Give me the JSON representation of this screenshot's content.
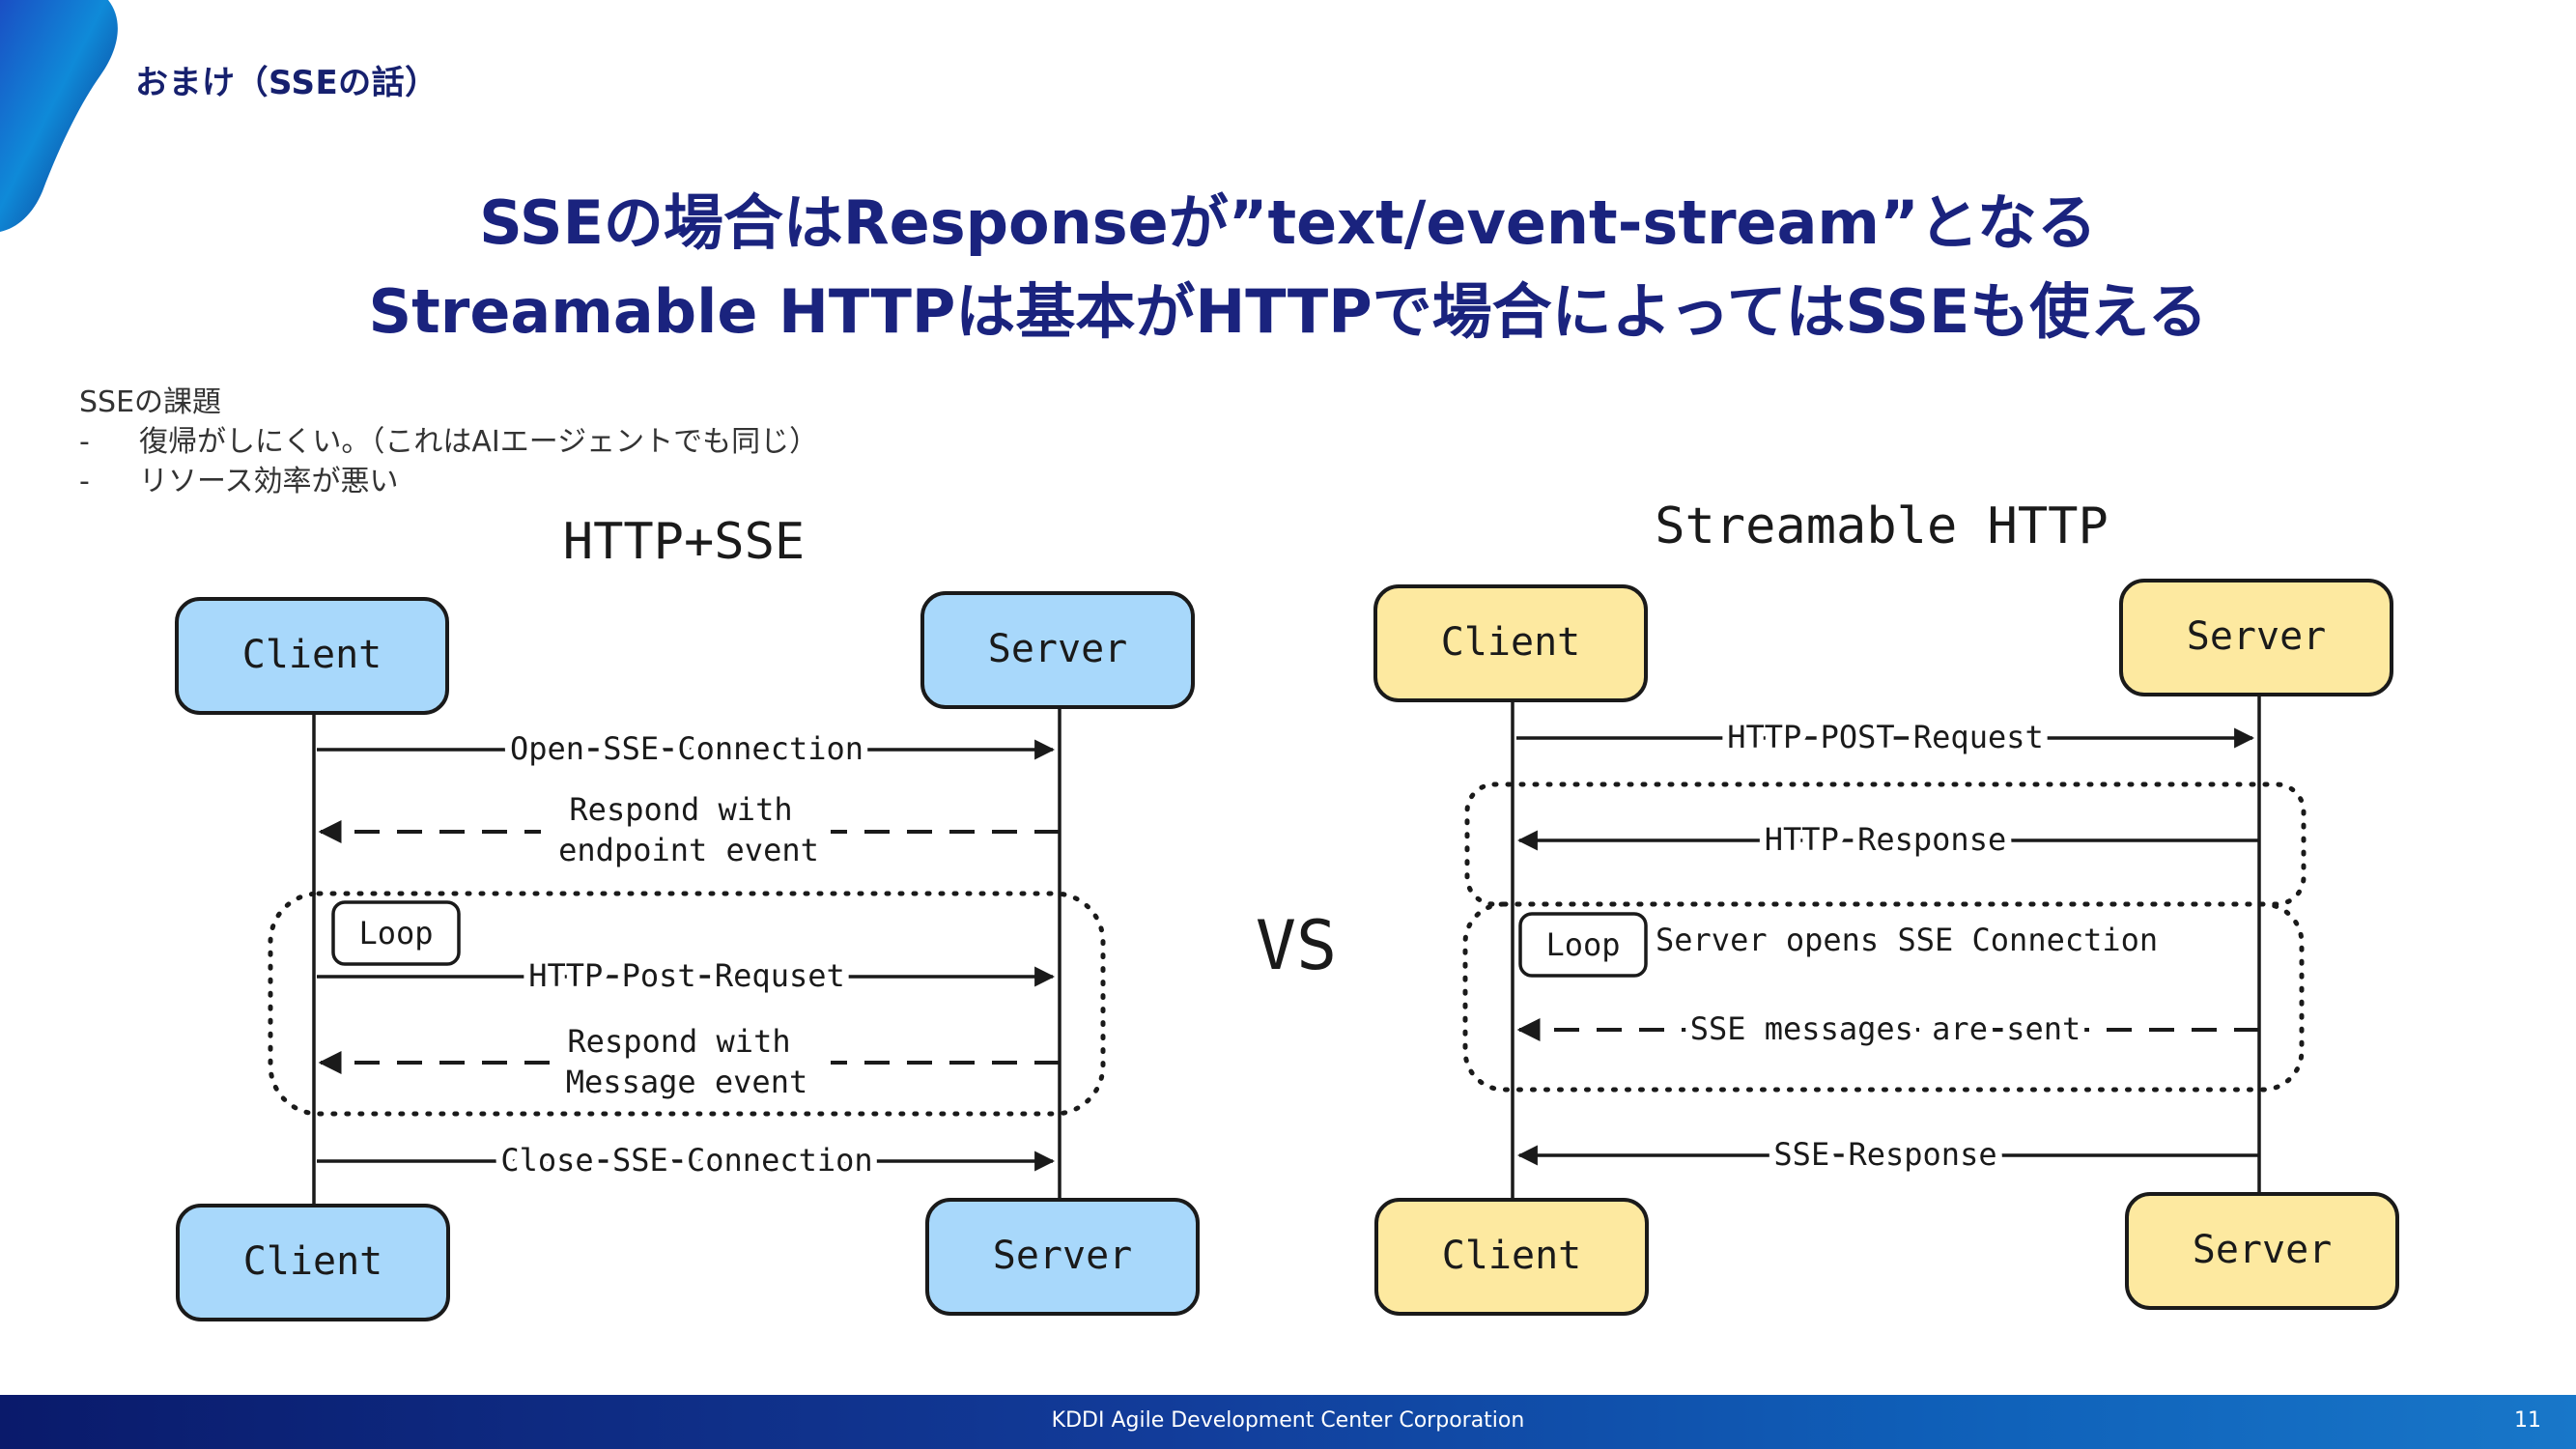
{
  "header": {
    "section_title": "おまけ（SSEの話）",
    "headline_line1": "SSEの場合はResponseが”text/event-stream”となる",
    "headline_line2": "Streamable HTTPは基本がHTTPで場合によってはSSEも使える"
  },
  "notes": {
    "heading": "SSEの課題",
    "bullets": [
      {
        "dash": "-",
        "text": "復帰がしにくい。（これはAIエージェントでも同じ）"
      },
      {
        "dash": "-",
        "text": "リソース効率が悪い"
      }
    ]
  },
  "comparison": {
    "vs_label": "VS",
    "left": {
      "title": "HTTP+SSE",
      "client_label": "Client",
      "server_label": "Server",
      "color": "#a8d8fb",
      "loop_label": "Loop",
      "messages": {
        "open": "Open SSE Connection",
        "endpoint_1": "Respond with",
        "endpoint_2": "endpoint event",
        "post": "HTTP Post Requset",
        "message_1": "Respond with",
        "message_2": "Message event",
        "close": "Close SSE Connection"
      }
    },
    "right": {
      "title": "Streamable HTTP",
      "client_label": "Client",
      "server_label": "Server",
      "color": "#fde9a0",
      "loop_label": "Loop",
      "messages": {
        "post": "HTTP POST Request",
        "response": "HTTP Response",
        "opens": "Server opens SSE Connection",
        "sent": "SSE messages are sent",
        "sse_response": "SSE Response"
      }
    }
  },
  "footer": {
    "company": "KDDI Agile Development Center Corporation",
    "page": "11"
  }
}
